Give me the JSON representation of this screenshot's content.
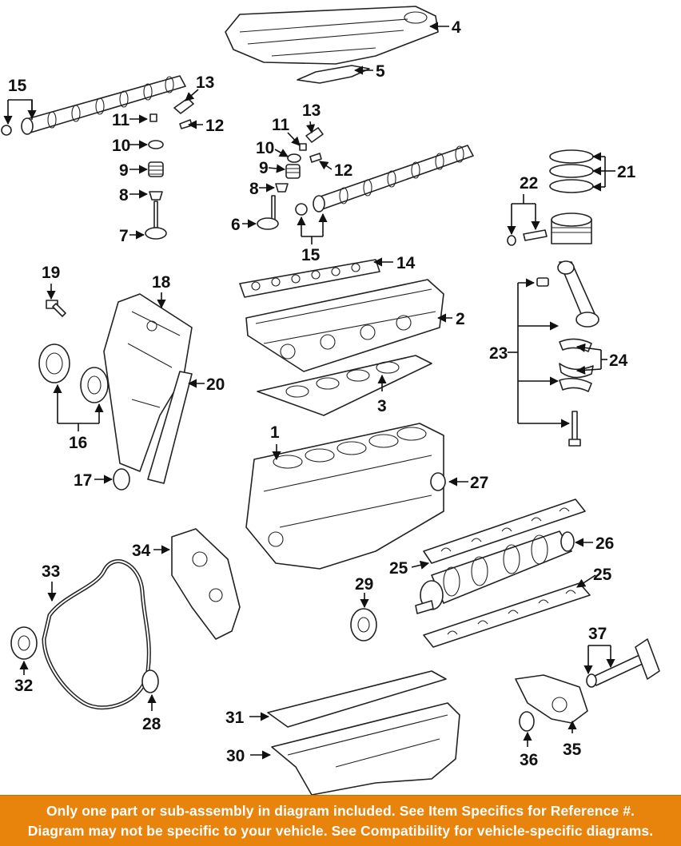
{
  "banner": {
    "background": "#e8830c",
    "line1": "Only one part or sub-assembly in diagram included. See Item Specifics for Reference #.",
    "line2": "Diagram may not be specific to your vehicle. See Compatibility for vehicle-specific diagrams."
  },
  "callouts": {
    "c1": "1",
    "c2": "2",
    "c3": "3",
    "c4": "4",
    "c5": "5",
    "c6": "6",
    "c7": "7",
    "c8": "8",
    "c9": "9",
    "c10": "10",
    "c11": "11",
    "c12": "12",
    "c13": "13",
    "c14": "14",
    "c15": "15",
    "c16": "16",
    "c17": "17",
    "c18": "18",
    "c19": "19",
    "c20": "20",
    "c21": "21",
    "c22": "22",
    "c23": "23",
    "c24": "24",
    "c25": "25",
    "c26": "26",
    "c27": "27",
    "c28": "28",
    "c29": "29",
    "c30": "30",
    "c31": "31",
    "c32": "32",
    "c33": "33",
    "c34": "34",
    "c35": "35",
    "c36": "36",
    "c37": "37"
  }
}
